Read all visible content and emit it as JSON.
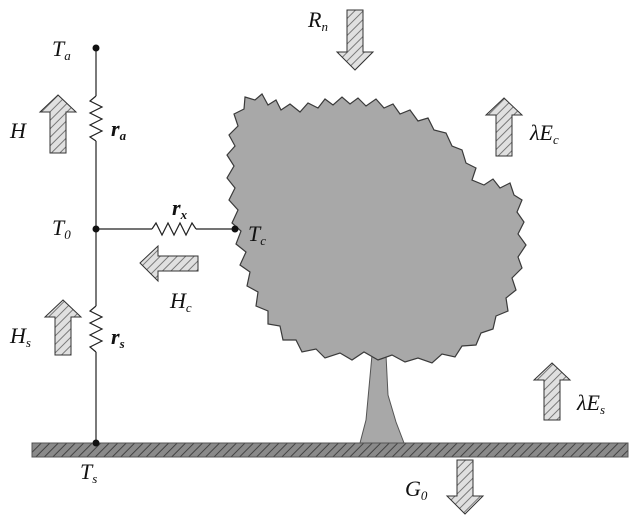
{
  "labels": {
    "Ta": "a",
    "Ta_main": "T",
    "T0_main": "T",
    "T0_sub": "0",
    "Ts_main": "T",
    "Ts_sub": "s",
    "Tc_main": "T",
    "Tc_sub": "c",
    "H": "H",
    "Hs_main": "H",
    "Hs_sub": "s",
    "Hc_main": "H",
    "Hc_sub": "c",
    "ra_main": "r",
    "ra_sub": "a",
    "rs_main": "r",
    "rs_sub": "s",
    "rx_main": "r",
    "rx_sub": "x",
    "Rn_main": "R",
    "Rn_sub": "n",
    "lEc_main": "λE",
    "lEc_sub": "c",
    "lEs_main": "λE",
    "lEs_sub": "s",
    "G0_main": "G",
    "G0_sub": "0"
  },
  "colors": {
    "canopy": "#a8a8a8",
    "canopy_stroke": "#444444",
    "ground": "#7a7a7a",
    "line": "#222222",
    "arrow_fill": "#d8d8d8"
  }
}
